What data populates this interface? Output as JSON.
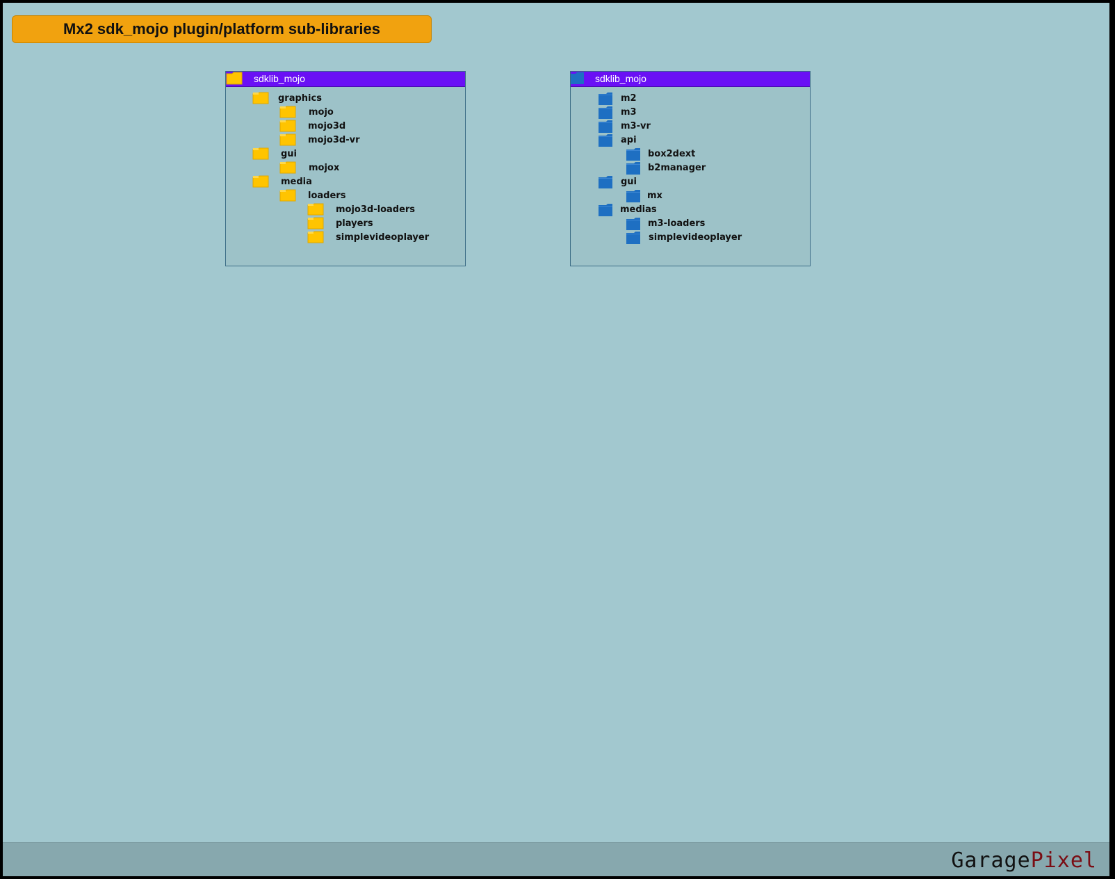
{
  "title": "Mx2 sdk_mojo plugin/platform sub-libraries",
  "colors": {
    "background": "#a2c8cf",
    "title_badge": "#f1a20f",
    "panel_header": "#6a10f5",
    "yellow_folder": "#ffc400",
    "blue_folder": "#1e6fc2",
    "footer": "#87a8ae",
    "brand_accent": "#7a0d14"
  },
  "left_panel": {
    "header": "sdklib_mojo",
    "icon": "yellow-folder-icon",
    "items": [
      {
        "label": "graphics"
      },
      {
        "label": "mojo"
      },
      {
        "label": "mojo3d"
      },
      {
        "label": "mojo3d-vr"
      },
      {
        "label": "gui"
      },
      {
        "label": "mojox"
      },
      {
        "label": "media"
      },
      {
        "label": "loaders"
      },
      {
        "label": "mojo3d-loaders"
      },
      {
        "label": "players"
      },
      {
        "label": "simplevideoplayer"
      }
    ]
  },
  "right_panel": {
    "header": "sdklib_mojo",
    "icon": "blue-folder-icon",
    "items": [
      {
        "label": "m2"
      },
      {
        "label": "m3"
      },
      {
        "label": "m3-vr"
      },
      {
        "label": "api"
      },
      {
        "label": "box2dext"
      },
      {
        "label": "b2manager"
      },
      {
        "label": "gui"
      },
      {
        "label": "mx"
      },
      {
        "label": "medias"
      },
      {
        "label": "m3-loaders"
      },
      {
        "label": "simplevideoplayer"
      }
    ]
  },
  "footer": {
    "brand_part1": "Garage",
    "brand_part2": "Pixel"
  }
}
